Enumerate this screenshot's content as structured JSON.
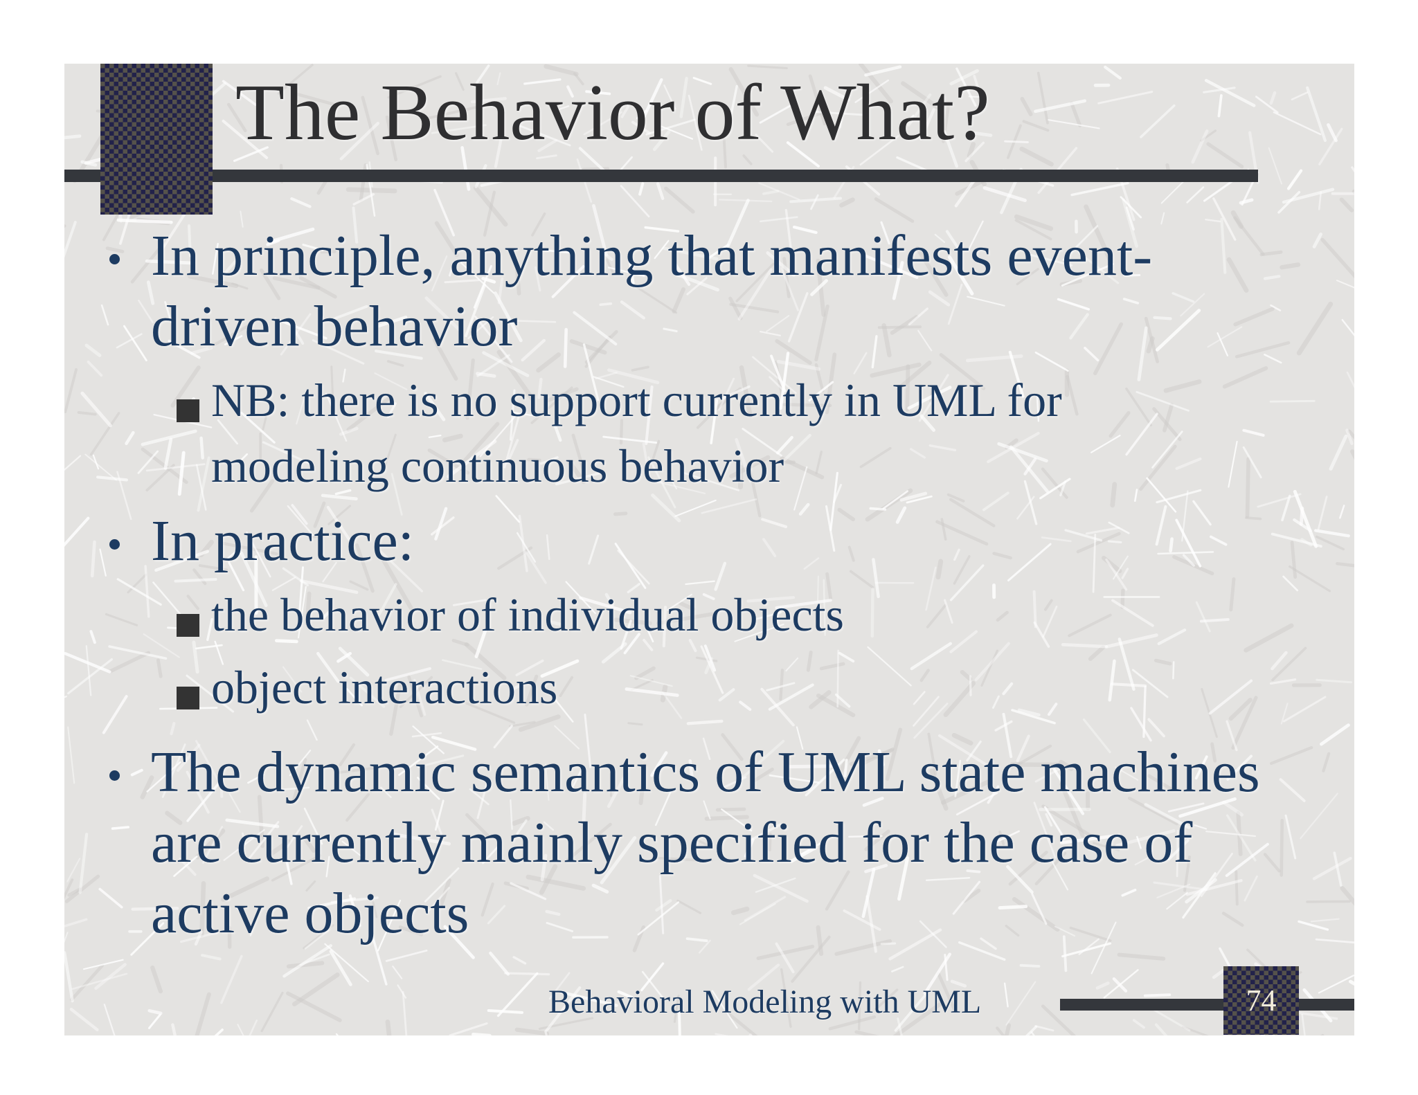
{
  "slide": {
    "title": "The Behavior of What?",
    "bullets": [
      {
        "level": 1,
        "lines": [
          "In principle, anything that manifests event-",
          "driven behavior"
        ]
      },
      {
        "level": 2,
        "lines": [
          "NB: there is no support currently in UML for",
          "modeling continuous behavior"
        ]
      },
      {
        "level": 1,
        "lines": [
          "In practice:"
        ]
      },
      {
        "level": 2,
        "lines": [
          "the behavior of individual objects"
        ]
      },
      {
        "level": 2,
        "lines": [
          "object interactions"
        ]
      },
      {
        "level": 1,
        "lines": [
          "The dynamic semantics of UML state machines",
          "are currently mainly specified for the case of",
          "active objects"
        ]
      }
    ],
    "footer": {
      "text": "Behavioral Modeling with UML",
      "page_number": "74"
    },
    "colors": {
      "background": "#e4e3e1",
      "paper_stroke": "#ffffff",
      "body_text": "#1d3b61",
      "title_text": "#2f2f31",
      "bar": "#34373c",
      "square_bullet": "#333333",
      "texture_base": "#55524b",
      "texture_check": "#22224a",
      "page_number_text": "#f2ecdc"
    }
  }
}
